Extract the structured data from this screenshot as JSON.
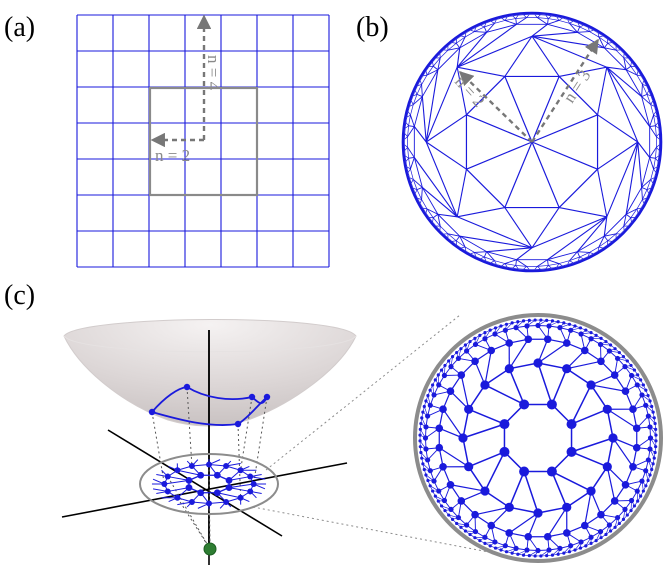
{
  "panels": {
    "a": {
      "label": "(a)",
      "annotations": {
        "vertical": "n = 4",
        "horizontal": "n = 2"
      }
    },
    "b": {
      "label": "(b)",
      "annotations": {
        "left": "n = 2",
        "right": "n = 3"
      }
    },
    "c": {
      "label": "(c)"
    }
  },
  "colors": {
    "tiling": "#1a1adc",
    "node": "#1a1adc",
    "path": "#777777",
    "highlight_square": "#8a8a8a",
    "disk_rim": "#8c8c8c",
    "axes": "#000000",
    "apex_point": "#2e7d32"
  }
}
